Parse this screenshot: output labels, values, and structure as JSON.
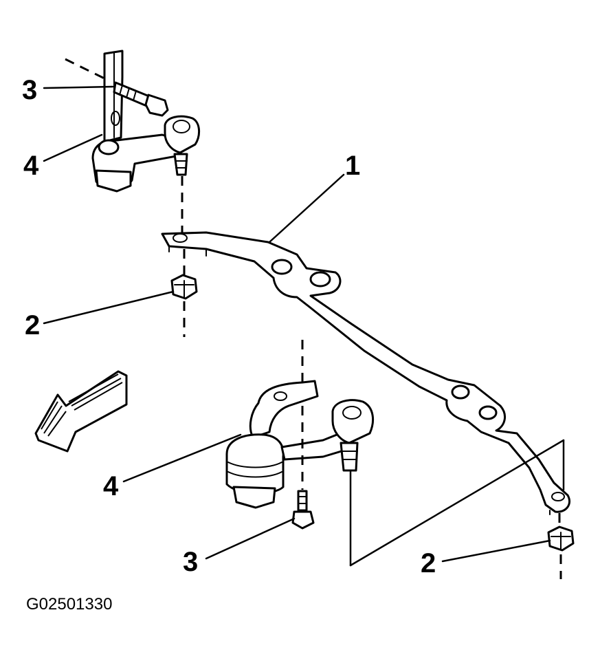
{
  "diagram": {
    "figure_id": "G02501330",
    "callouts": {
      "relay_rod": "1",
      "nut_left": "2",
      "nut_right": "2",
      "bolt_top": "3",
      "bolt_bottom": "3",
      "idler_arm_top": "4",
      "idler_arm_bottom": "4"
    },
    "icons": [
      "front-direction-arrow-icon"
    ],
    "colors": {
      "ink": "#000000",
      "background": "#ffffff"
    }
  }
}
